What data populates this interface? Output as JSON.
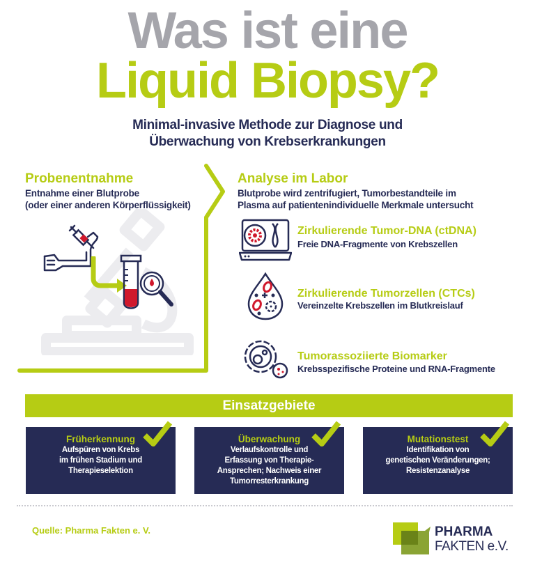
{
  "header": {
    "title_line1": "Was ist eine",
    "title_line2": "Liquid Biopsy?",
    "subtitle_line1": "Minimal-invasive Methode zur Diagnose und",
    "subtitle_line2": "Überwachung von Krebserkrankungen"
  },
  "sampling": {
    "title": "Probenentnahme",
    "text_line1": "Entnahme einer Blutprobe",
    "text_line2": "(oder einer anderen Körperflüssigkeit)",
    "icons": [
      "syringe-icon",
      "arm-icon",
      "arrow-icon",
      "test-tube-icon",
      "magnifier-blood-drop-icon",
      "microscope-background-icon"
    ]
  },
  "lab": {
    "title": "Analyse im Labor",
    "text_line1": "Blutprobe wird zentrifugiert, Tumorbestandteile im",
    "text_line2": "Plasma auf patientenindividuelle Merkmale untersucht",
    "items": [
      {
        "title": "Zirkulierende Tumor-DNA (ctDNA)",
        "text": "Freie DNA-Fragmente von Krebszellen",
        "icon": "laptop-dna-icon"
      },
      {
        "title": "Zirkulierende Tumorzellen (CTCs)",
        "text": "Vereinzelte Krebszellen im Blutkreislauf",
        "icon": "blood-drop-cells-icon"
      },
      {
        "title": "Tumorassoziierte Biomarker",
        "text": "Krebsspezifische Proteine und RNA-Fragmente",
        "icon": "cancer-cell-icon"
      }
    ]
  },
  "uses": {
    "banner": "Einsatzgebiete",
    "cards": [
      {
        "title": "Früherkennung",
        "text": "Aufspüren von Krebs\nim frühen Stadium und\nTherapieselektion"
      },
      {
        "title": "Überwachung",
        "text": "Verlaufskontrolle und\nErfassung von Therapie-\nAnsprechen; Nachweis einer\nTumorresterkrankung"
      },
      {
        "title": "Mutationstest",
        "text": "Identifikation von\ngenetischen Veränderungen;\nResistenzanalyse"
      }
    ]
  },
  "footer": {
    "source": "Quelle: Pharma Fakten e. V.",
    "logo_line1": "PHARMA",
    "logo_line2": "FAKTEN e.V."
  },
  "colors": {
    "lime": "#b6cc14",
    "navy": "#262b55",
    "gray": "#a5a5ab",
    "red": "#d0182c"
  }
}
